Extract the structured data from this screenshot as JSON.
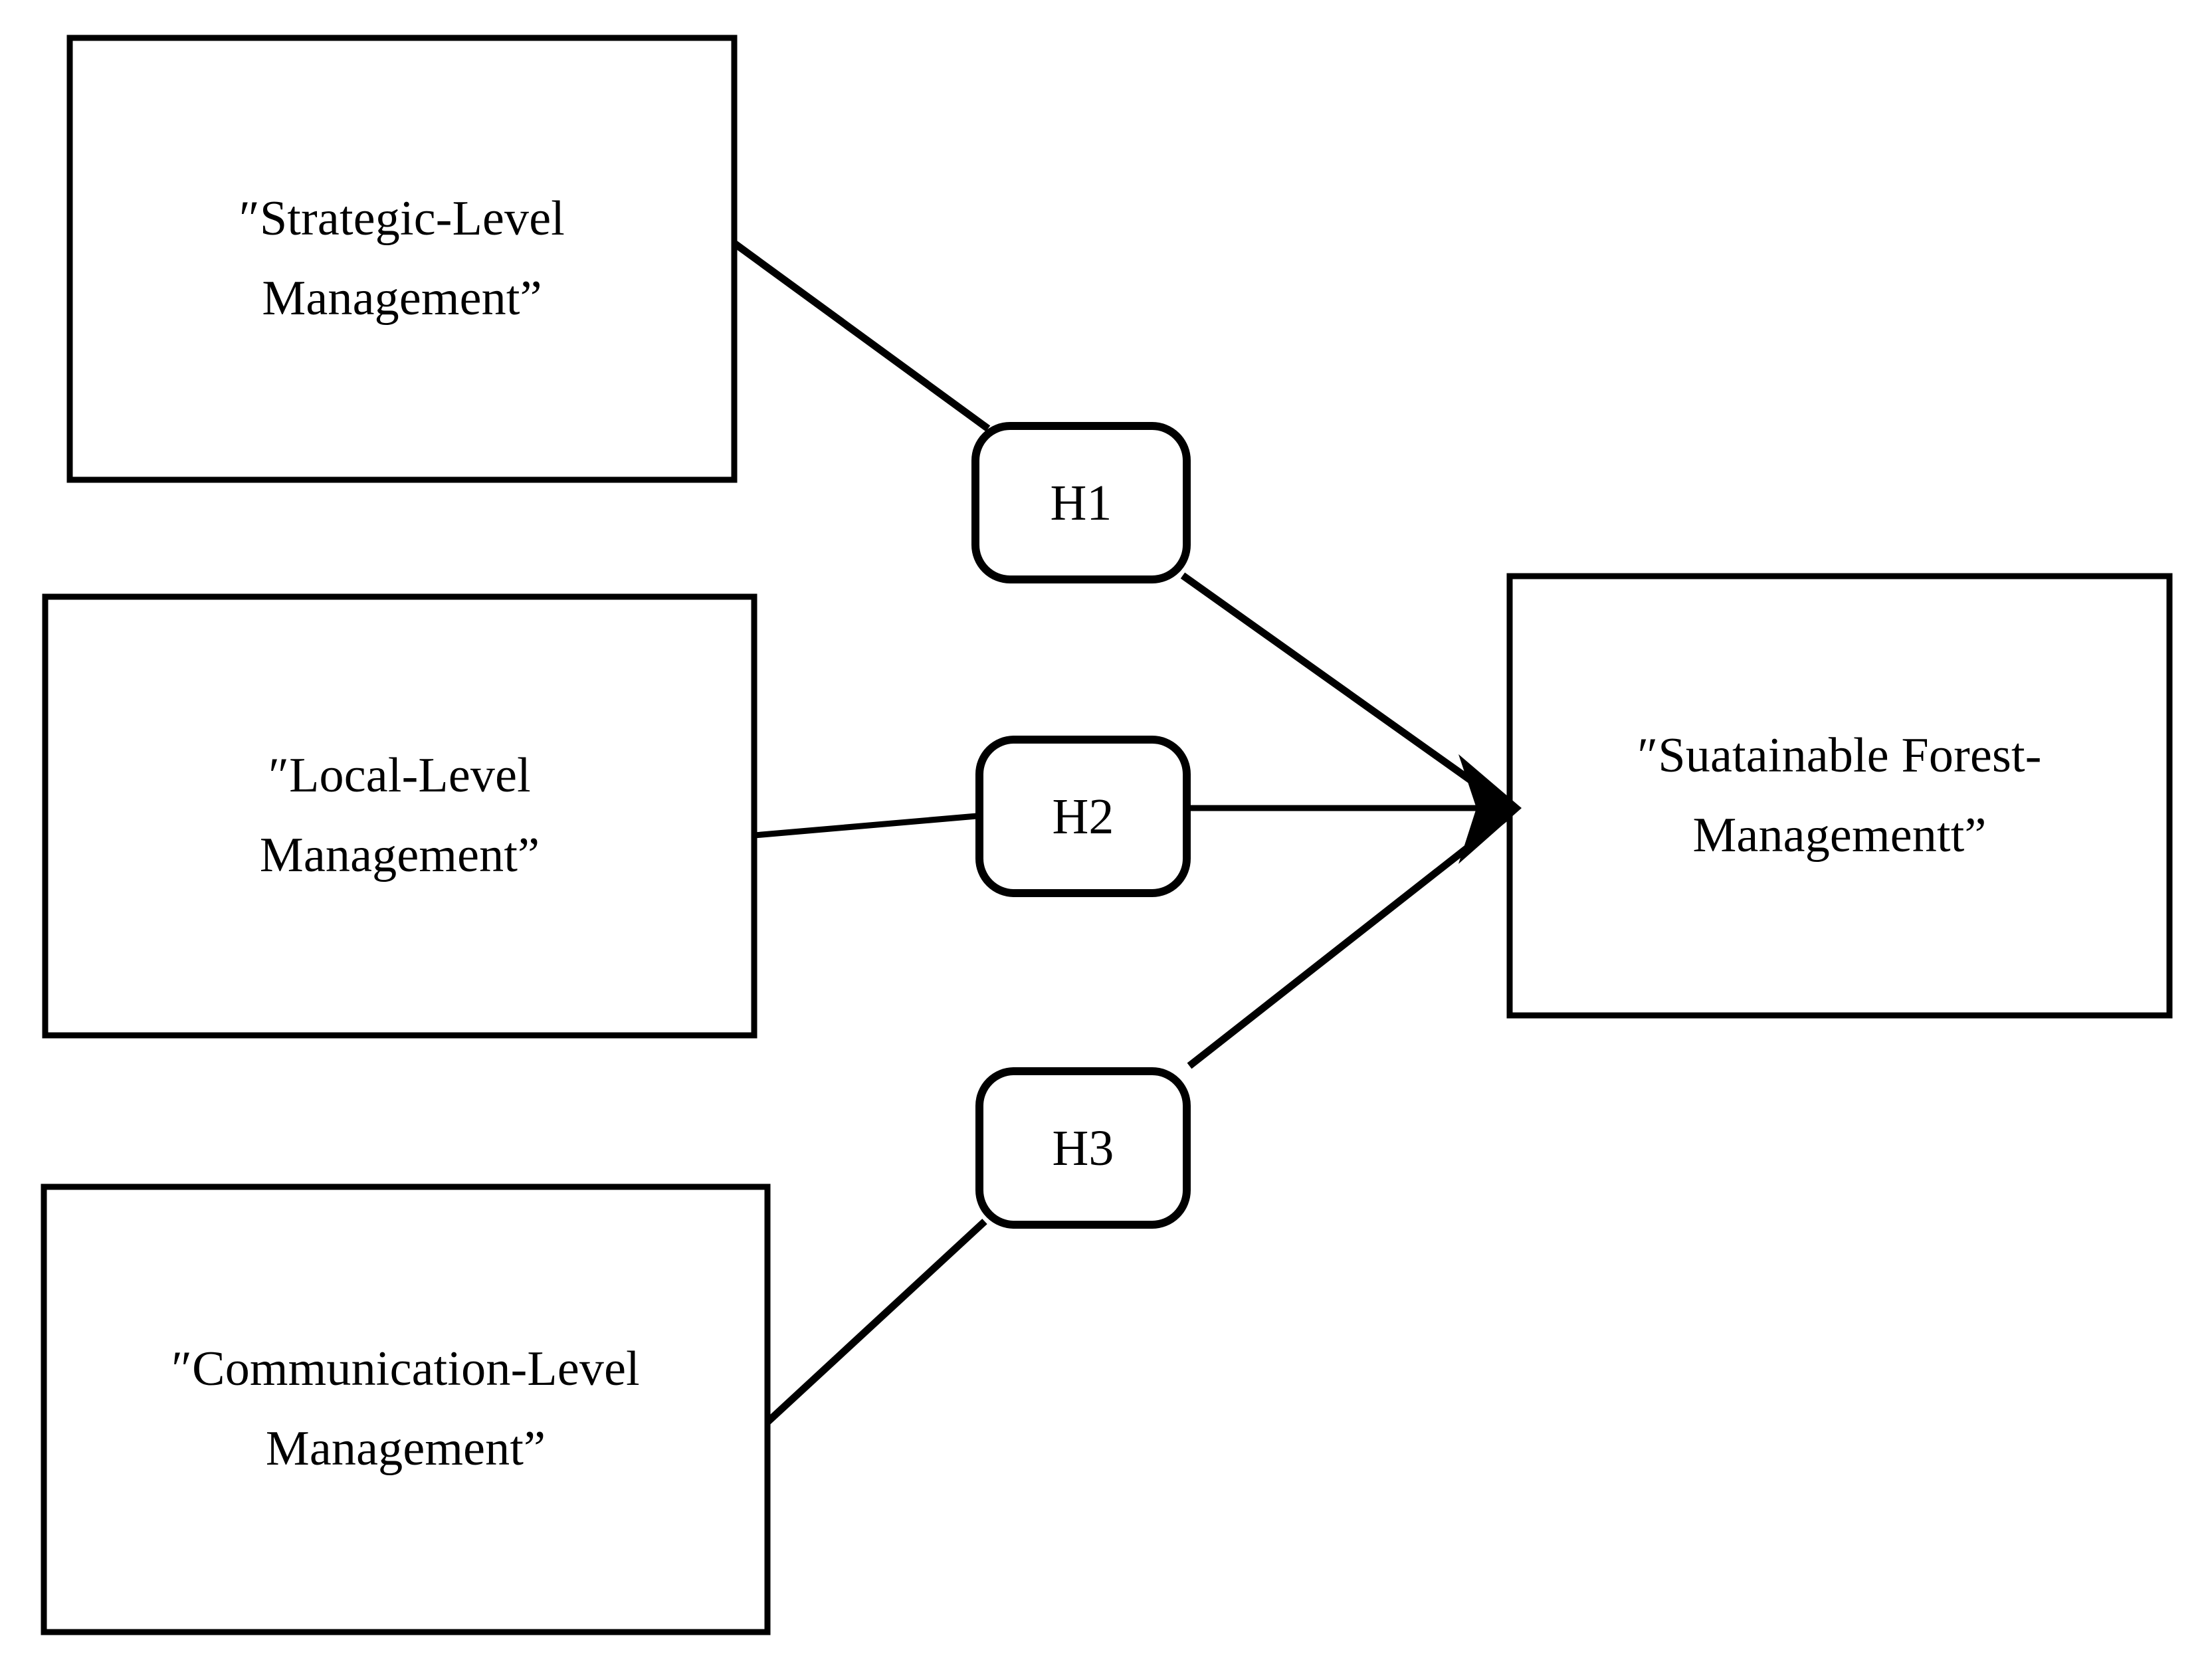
{
  "diagram": {
    "type": "conceptual-research-model",
    "background_color": "#ffffff",
    "line_color": "#000000",
    "predictors": [
      {
        "id": "strategic-level-management",
        "line1": "″Strategic-Level",
        "line2": "Management”"
      },
      {
        "id": "local-level-management",
        "line1": "″Local-Level",
        "line2": "Management”"
      },
      {
        "id": "communication-level-management",
        "line1": "″Communication-Level",
        "line2": "Management”"
      }
    ],
    "hypotheses": [
      {
        "id": "h1",
        "label": "H1"
      },
      {
        "id": "h2",
        "label": "H2"
      },
      {
        "id": "h3",
        "label": "H3"
      }
    ],
    "outcome": {
      "id": "sustainable-forest-management",
      "line1": "″Suatainable Forest-",
      "line2": "Managementt”"
    }
  }
}
